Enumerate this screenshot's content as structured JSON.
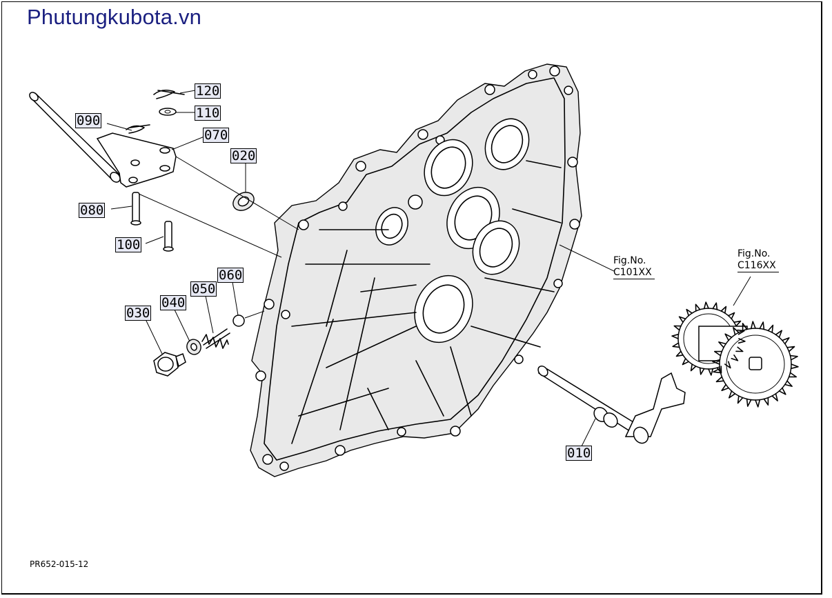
{
  "site_title": "Phutungkubota.vn",
  "page_code": "PR652-015-12",
  "parts": {
    "p010": "010",
    "p020": "020",
    "p030": "030",
    "p040": "040",
    "p050": "050",
    "p060": "060",
    "p070": "070",
    "p080": "080",
    "p090": "090",
    "p100": "100",
    "p110": "110",
    "p120": "120"
  },
  "fig_refs": {
    "case": {
      "label": "Fig.No.",
      "code": "C101XX"
    },
    "gear": {
      "label": "Fig.No.",
      "code": "C116XX"
    }
  }
}
